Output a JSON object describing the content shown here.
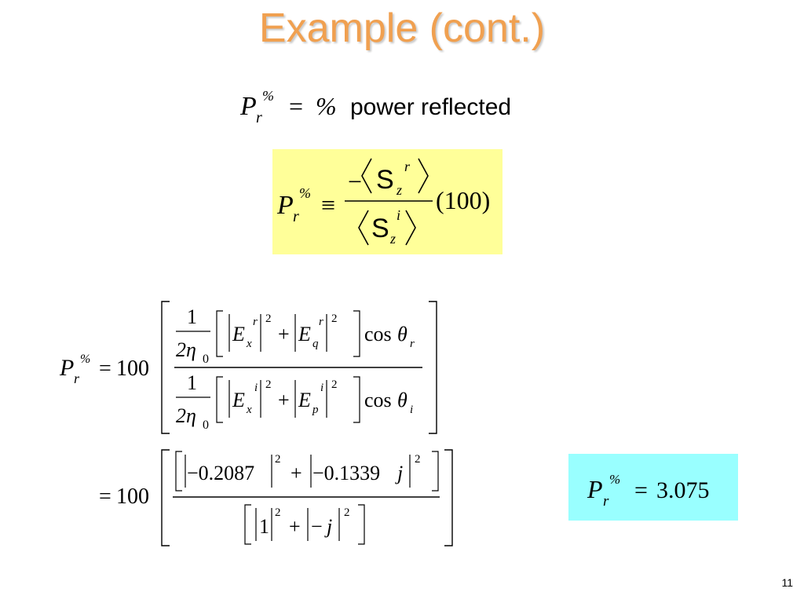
{
  "slide": {
    "title": "Example (cont.)",
    "page_number": "11",
    "colors": {
      "title": "#f0a050",
      "highlight_yellow": "#ffff99",
      "highlight_cyan": "#99ffff"
    }
  },
  "eq1": {
    "P": "P",
    "sub": "r",
    "sup": "%",
    "eq": "=",
    "pct": "%",
    "text": "power reflected"
  },
  "eq2": {
    "P": "P",
    "sub": "r",
    "sup": "%",
    "equiv": "≡",
    "minus": "−",
    "S": "S",
    "z": "z",
    "r": "r",
    "i": "i",
    "factor": "(100)"
  },
  "eq3": {
    "P": "P",
    "sub": "r",
    "sup": "%",
    "eq": "=",
    "coef": "100",
    "one": "1",
    "two_eta": "2η",
    "zero": "0",
    "E": "E",
    "x": "x",
    "q": "q",
    "p": "p",
    "r": "r",
    "i": "i",
    "sq": "2",
    "plus": "+",
    "cos": "cos",
    "theta": "θ"
  },
  "eq4": {
    "eq": "=",
    "coef": "100",
    "num_a": "−0.2087",
    "num_b": "−0.1339",
    "j": "j",
    "sq": "2",
    "plus": "+",
    "den_a": "1",
    "den_b": "−",
    "den_j": "j"
  },
  "result": {
    "P": "P",
    "sub": "r",
    "sup": "%",
    "eq": "=",
    "value": "3.075"
  }
}
